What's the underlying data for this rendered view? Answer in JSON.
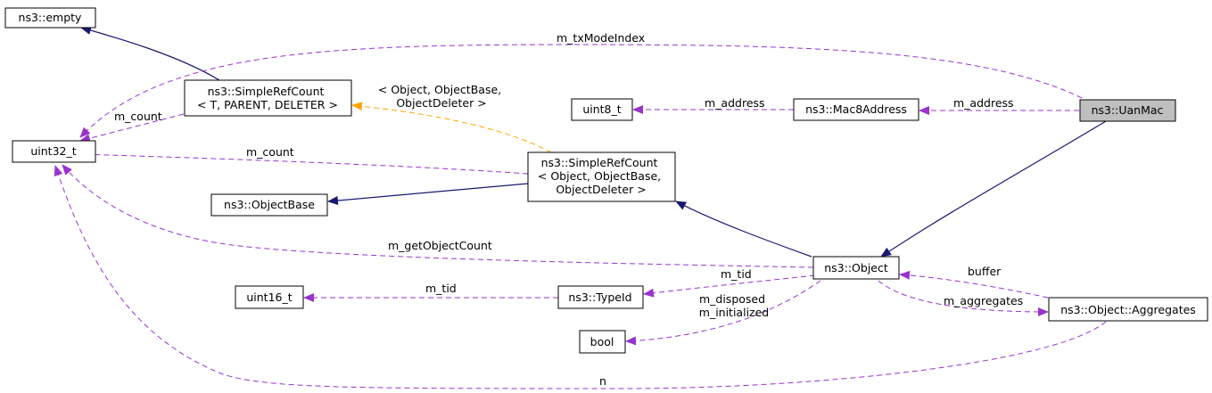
{
  "nodes": {
    "empty": [
      "ns3::empty"
    ],
    "uint32": [
      "uint32_t"
    ],
    "simplerefcount_t": [
      "ns3::SimpleRefCount",
      "< T, PARENT, DELETER >"
    ],
    "simplerefcount_obj": [
      "ns3::SimpleRefCount",
      "< Object, ObjectBase,",
      "ObjectDeleter >"
    ],
    "objectbase": [
      "ns3::ObjectBase"
    ],
    "uint8": [
      "uint8_t"
    ],
    "mac8address": [
      "ns3::Mac8Address"
    ],
    "uanmac": [
      "ns3::UanMac"
    ],
    "object": [
      "ns3::Object"
    ],
    "uint16": [
      "uint16_t"
    ],
    "typeid": [
      "ns3::TypeId"
    ],
    "bool": [
      "bool"
    ],
    "aggregates": [
      "ns3::Object::Aggregates"
    ]
  },
  "edge_labels": {
    "m_txModeIndex": [
      "m_txModeIndex"
    ],
    "m_count_1": [
      "m_count"
    ],
    "m_count_2": [
      "m_count"
    ],
    "template_args": [
      "< Object, ObjectBase,",
      "ObjectDeleter >"
    ],
    "m_address_1": [
      "m_address"
    ],
    "m_address_2": [
      "m_address"
    ],
    "m_getObjectCount": [
      "m_getObjectCount"
    ],
    "m_tid_1": [
      "m_tid"
    ],
    "m_tid_2": [
      "m_tid"
    ],
    "m_disposed": [
      "m_disposed",
      "m_initialized"
    ],
    "buffer": [
      "buffer"
    ],
    "m_aggregates": [
      "m_aggregates"
    ],
    "n": [
      "n"
    ]
  },
  "colors": {
    "inheritance": "#191970",
    "usage": "#9a32cd",
    "template": "#ffa500",
    "highlight_fill": "#bfbfbf"
  }
}
